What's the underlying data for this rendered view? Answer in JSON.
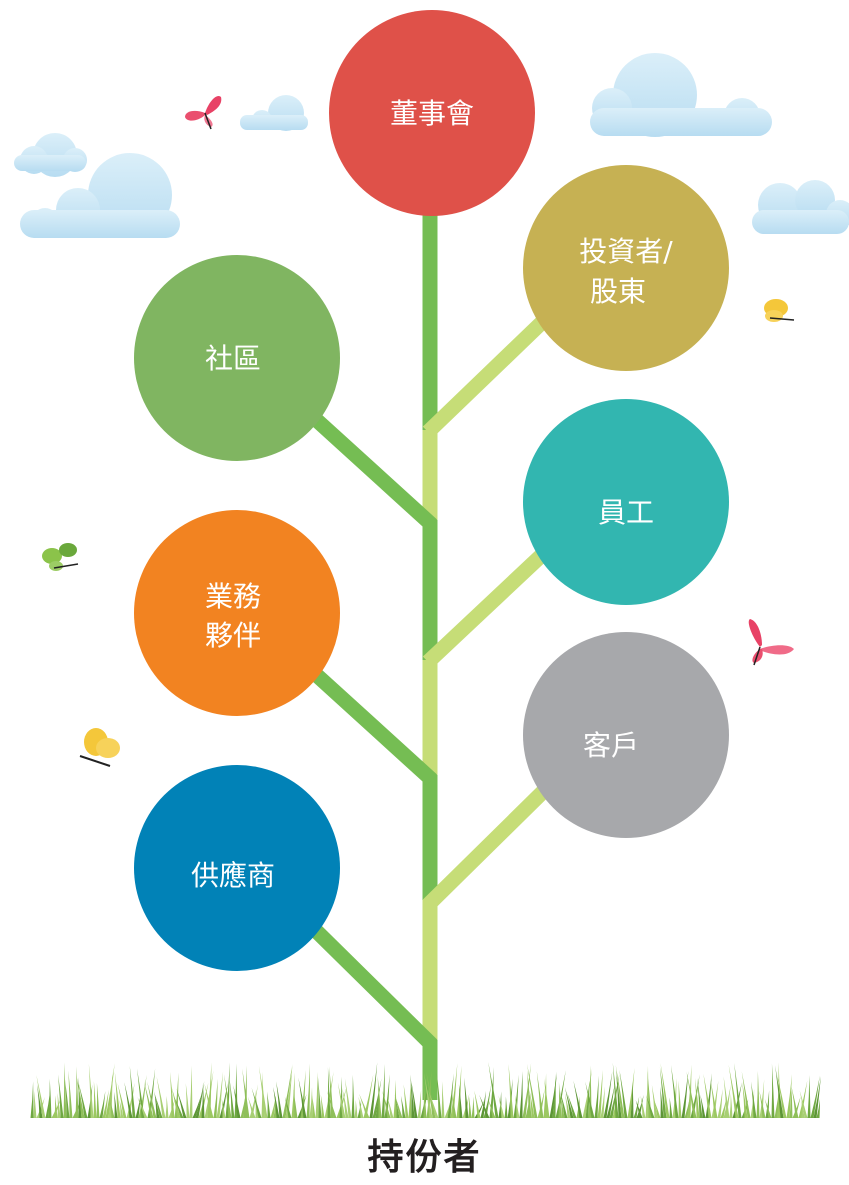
{
  "title": "持份者",
  "center": {
    "label": [
      "董事會"
    ],
    "color": "#df5149"
  },
  "stakeholders": [
    {
      "id": "investors",
      "label": [
        "投資者/",
        "股東"
      ],
      "color": "#c6b153"
    },
    {
      "id": "community",
      "label": [
        "社區"
      ],
      "color": "#80b561"
    },
    {
      "id": "employees",
      "label": [
        "員工"
      ],
      "color": "#32b6b0"
    },
    {
      "id": "partners",
      "label": [
        "業務",
        "夥伴"
      ],
      "color": "#f28321"
    },
    {
      "id": "customers",
      "label": [
        "客戶"
      ],
      "color": "#a7a8ab"
    },
    {
      "id": "suppliers",
      "label": [
        "供應商"
      ],
      "color": "#0182b7"
    }
  ],
  "colors": {
    "trunk_dark": "#75bd53",
    "trunk_light": "#c6dd77",
    "cloud": "#cbe7f6",
    "grass": "#8fbf5a"
  },
  "decorations": {
    "butterflies": [
      "pink-butterfly-icon",
      "yellow-butterfly-icon",
      "green-butterfly-icon"
    ],
    "clouds": [
      "cloud-icon"
    ],
    "grass": "grass-strip"
  }
}
